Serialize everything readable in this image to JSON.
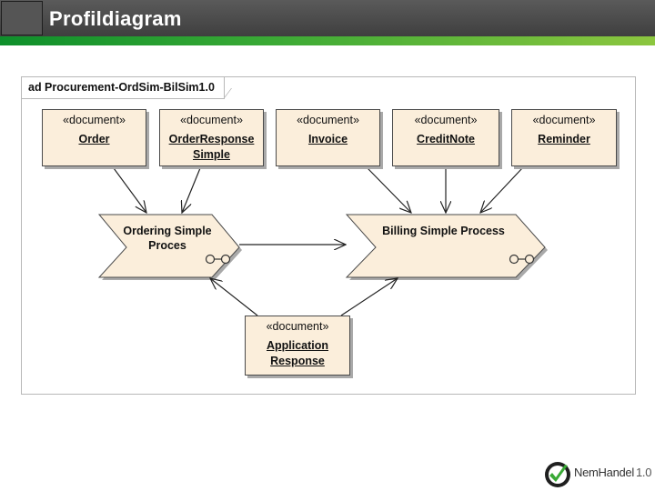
{
  "header": {
    "title": "Profildiagram"
  },
  "diagram": {
    "frame_label": "ad Procurement-OrdSim-BilSim1.0",
    "documents": [
      {
        "stereotype": "«document»",
        "name": "Order"
      },
      {
        "stereotype": "«document»",
        "name": "OrderResponse\nSimple"
      },
      {
        "stereotype": "«document»",
        "name": "Invoice"
      },
      {
        "stereotype": "«document»",
        "name": "CreditNote"
      },
      {
        "stereotype": "«document»",
        "name": "Reminder"
      },
      {
        "stereotype": "«document»",
        "name": "Application\nResponse"
      }
    ],
    "processes": [
      {
        "name": "Ordering Simple\nProces"
      },
      {
        "name": "Billing Simple Process"
      }
    ]
  },
  "logo": {
    "name": "NemHandel",
    "version": "1.0"
  },
  "colors": {
    "title_bar": "#4a4a4a",
    "accent_green": "#39a935",
    "node_fill": "#fbeedb",
    "node_border": "#4a4a4a"
  }
}
